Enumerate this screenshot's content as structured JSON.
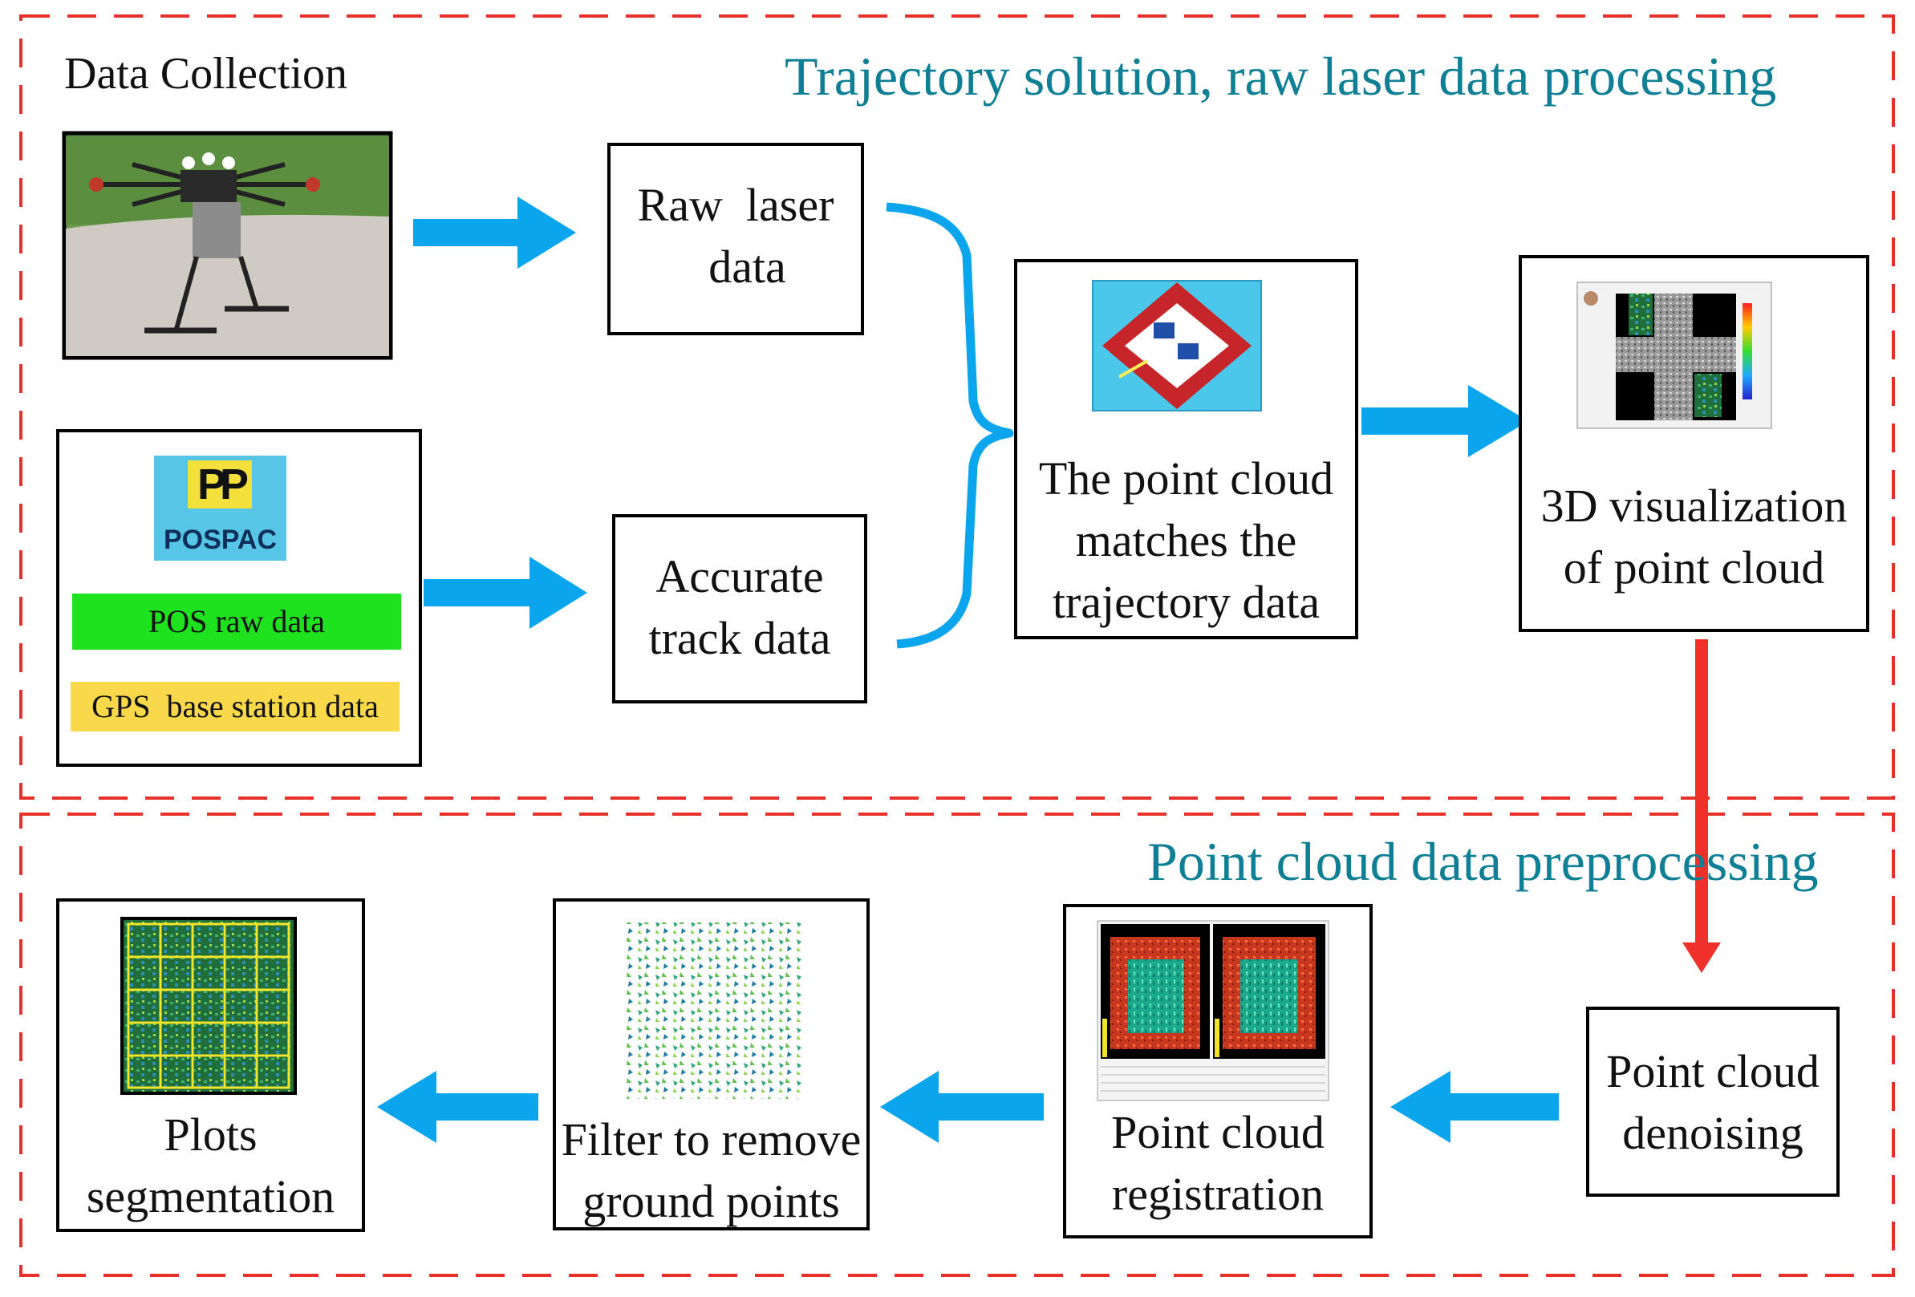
{
  "sections": {
    "top_title": "Trajectory solution, raw laser data processing",
    "bottom_title": "Point cloud data preprocessing",
    "data_collection": "Data Collection"
  },
  "nodes": {
    "raw_laser": "Raw  laser\n  data",
    "accurate_track": "Accurate\ntrack data",
    "matches": "The point cloud\nmatches the\ntrajectory data",
    "visualization": "3D visualization\nof point cloud",
    "denoising": "Point cloud\ndenoising",
    "registration": "Point cloud\nregistration",
    "filter": "Filter to remove\nground points",
    "segmentation": "Plots\nsegmentation"
  },
  "pospac": {
    "logo_letters": "PP",
    "logo_name": "POSPAC",
    "raw_data": "POS raw data",
    "gps_data": "GPS  base station data"
  },
  "colors": {
    "section_title": "#0f7f95",
    "dashed_border": "#e8302a",
    "blue_arrow": "#0aa5ec",
    "red_arrow": "#f0302a",
    "pos_green": "#1ee21e",
    "gps_yellow": "#f9d84a"
  },
  "icons": [
    "drone-photo",
    "pospac-logo",
    "laser-software-icon",
    "point-cloud-screenshot",
    "registration-screenshot",
    "ground-filter-thumbnail",
    "plot-grid-thumbnail"
  ]
}
